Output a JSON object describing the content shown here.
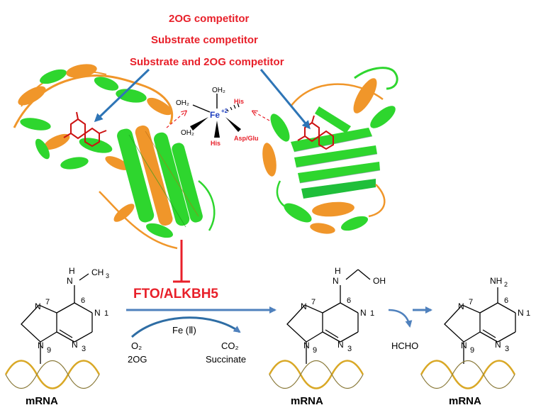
{
  "headings": {
    "line1": "2OG competitor",
    "line2": "Substrate competitor",
    "line3": "Substrate and 2OG competitor"
  },
  "fe_complex": {
    "ligands": [
      "OH₂",
      "OH₂",
      "OH₂"
    ],
    "metal": "Fe",
    "charge": "+2",
    "residues": [
      "His",
      "His",
      "Asp/Glu"
    ]
  },
  "enzyme_label": "FTO/ALKBH5",
  "cofactor": "Fe (Ⅱ)",
  "inputs": [
    "O₂",
    "2OG"
  ],
  "outputs": [
    "CO₂",
    "Succinate"
  ],
  "byproduct": "HCHO",
  "structures": {
    "m6a": {
      "substituent": "N—CH₃",
      "sub_n": "N",
      "sub_h": "H",
      "sub_c": "CH",
      "sub_3": "3"
    },
    "hm6a": {
      "sub_n": "N",
      "sub_h": "H",
      "sub_oh": "OH"
    },
    "a": {
      "sub": "NH",
      "sub_2": "2"
    },
    "ring_labels": {
      "n7": "N",
      "n7_num": "7",
      "c6_num": "6",
      "n1": "N",
      "n1_num": "1",
      "n3": "N",
      "n3_num": "3",
      "n9": "N",
      "n9_num": "9"
    }
  },
  "mrna_labels": [
    "mRNA",
    "mRNA",
    "mRNA"
  ],
  "colors": {
    "accent_red": "#e8202a",
    "arrow_blue": "#4f81bd",
    "helix_green": "#2ed62e",
    "sheet_orange": "#f0962a",
    "wave_gold": "#d9a826"
  }
}
